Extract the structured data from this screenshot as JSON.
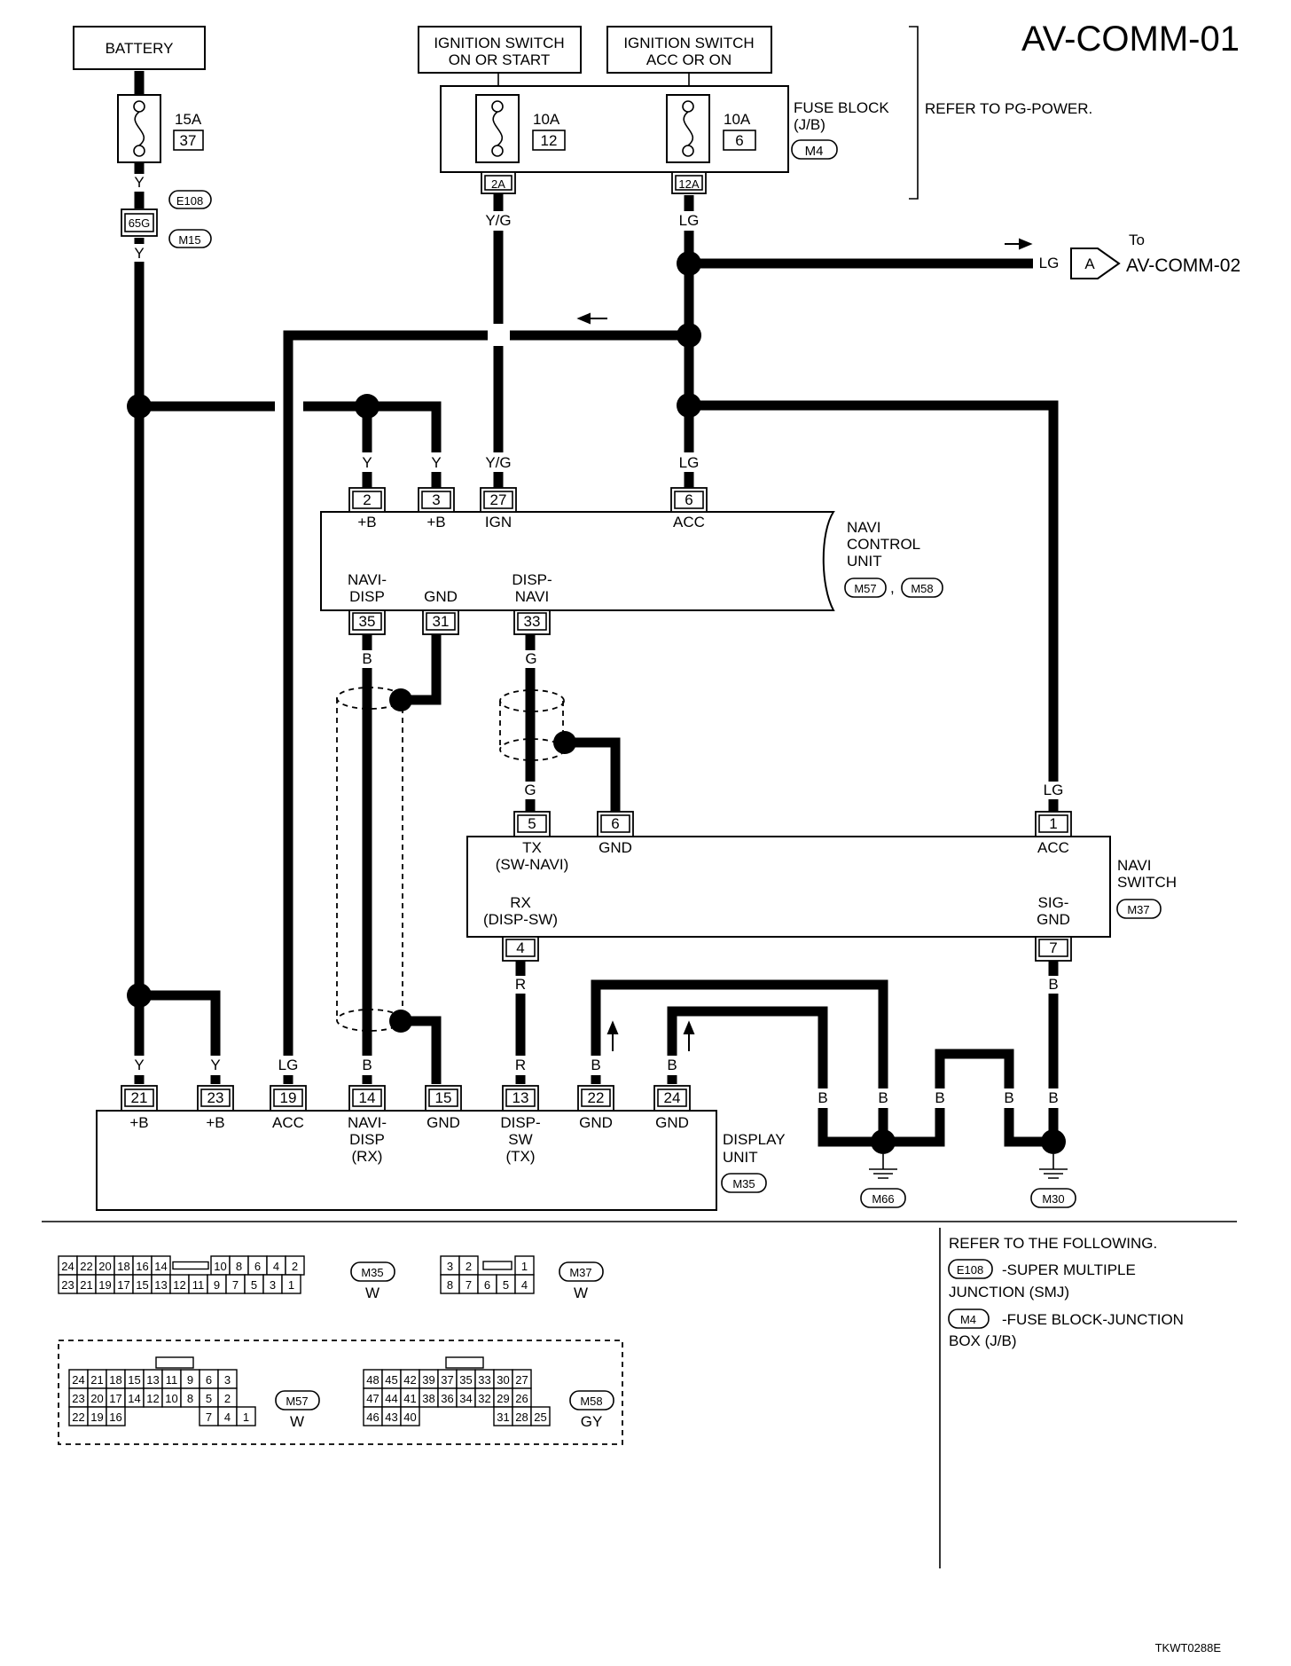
{
  "title": "AV-COMM-01",
  "footer_code": "TKWT0288E",
  "battery_label": "BATTERY",
  "ign_on_label_l1": "IGNITION SWITCH",
  "ign_on_label_l2": "ON OR START",
  "ign_acc_label_l1": "IGNITION SWITCH",
  "ign_acc_label_l2": "ACC OR ON",
  "fuse_block_l1": "FUSE BLOCK",
  "fuse_block_l2": "(J/B)",
  "refer_pg": "REFER TO PG-POWER.",
  "to_label": "To",
  "to_target": "AV-COMM-02",
  "connector_a": "A",
  "fuses": [
    {
      "amp": "15A",
      "num": "37"
    },
    {
      "amp": "10A",
      "num": "12"
    },
    {
      "amp": "10A",
      "num": "6"
    }
  ],
  "connector_ids": {
    "e108": "E108",
    "m15": "M15",
    "m4": "M4",
    "m57": "M57",
    "m58": "M58",
    "m37": "M37",
    "m35": "M35",
    "m66": "M66",
    "m30": "M30"
  },
  "jb_terminals": {
    "t65g": "65G",
    "t2a": "2A",
    "t12a": "12A"
  },
  "wire_colors": {
    "y": "Y",
    "yg": "Y/G",
    "lg": "LG",
    "b": "B",
    "g": "G",
    "r": "R"
  },
  "navi_control_unit": {
    "name_l1": "NAVI",
    "name_l2": "CONTROL",
    "name_l3": "UNIT",
    "top_pins": [
      {
        "num": "2",
        "label": "+B"
      },
      {
        "num": "3",
        "label": "+B"
      },
      {
        "num": "27",
        "label": "IGN"
      },
      {
        "num": "6",
        "label": "ACC"
      }
    ],
    "bottom_pins": [
      {
        "num": "35",
        "label_l1": "NAVI-",
        "label_l2": "DISP"
      },
      {
        "num": "31",
        "label_l1": "GND"
      },
      {
        "num": "33",
        "label_l1": "DISP-",
        "label_l2": "NAVI"
      }
    ]
  },
  "navi_switch": {
    "name_l1": "NAVI",
    "name_l2": "SWITCH",
    "pins": [
      {
        "num": "5",
        "label_l1": "TX",
        "label_l2": "(SW-NAVI)"
      },
      {
        "num": "6",
        "label_l1": "GND"
      },
      {
        "num": "1",
        "label_l1": "ACC"
      },
      {
        "num": "4",
        "label_l1": "RX",
        "label_l2": "(DISP-SW)"
      },
      {
        "num": "7",
        "label_l1": "SIG-",
        "label_l2": "GND"
      }
    ]
  },
  "display_unit": {
    "name_l1": "DISPLAY",
    "name_l2": "UNIT",
    "pins": [
      {
        "num": "21",
        "label_l1": "+B"
      },
      {
        "num": "23",
        "label_l1": "+B"
      },
      {
        "num": "19",
        "label_l1": "ACC"
      },
      {
        "num": "14",
        "label_l1": "NAVI-",
        "label_l2": "DISP",
        "label_l3": "(RX)"
      },
      {
        "num": "15",
        "label_l1": "GND"
      },
      {
        "num": "13",
        "label_l1": "DISP-",
        "label_l2": "SW",
        "label_l3": "(TX)"
      },
      {
        "num": "22",
        "label_l1": "GND"
      },
      {
        "num": "24",
        "label_l1": "GND"
      }
    ]
  },
  "refer_following": "REFER TO THE FOLLOWING.",
  "refer_e108_l1": "-SUPER MULTIPLE",
  "refer_e108_l2": "JUNCTION (SMJ)",
  "refer_m4_l1": "-FUSE BLOCK-JUNCTION",
  "refer_m4_l2": "BOX (J/B)",
  "face_m35": {
    "row1": [
      "24",
      "22",
      "20",
      "18",
      "16",
      "14",
      "",
      "10",
      "8",
      "6",
      "4",
      "2"
    ],
    "row2": [
      "23",
      "21",
      "19",
      "17",
      "15",
      "13",
      "12",
      "11",
      "9",
      "7",
      "5",
      "3",
      "1"
    ],
    "color": "W"
  },
  "face_m37": {
    "row1": [
      "3",
      "2",
      "",
      "1"
    ],
    "row2": [
      "8",
      "7",
      "6",
      "5",
      "4"
    ],
    "color": "W"
  },
  "face_m57": {
    "row1": [
      "24",
      "21",
      "18",
      "15",
      "13",
      "11",
      "9",
      "6",
      "3"
    ],
    "row2": [
      "23",
      "20",
      "17",
      "14",
      "12",
      "10",
      "8",
      "5",
      "2"
    ],
    "row3": [
      "22",
      "19",
      "16",
      "7",
      "4",
      "1"
    ],
    "color": "W"
  },
  "face_m58": {
    "row1": [
      "48",
      "45",
      "42",
      "39",
      "37",
      "35",
      "33",
      "30",
      "27"
    ],
    "row2": [
      "47",
      "44",
      "41",
      "38",
      "36",
      "34",
      "32",
      "29",
      "26"
    ],
    "row3": [
      "46",
      "43",
      "40",
      "31",
      "28",
      "25"
    ],
    "color": "GY"
  }
}
